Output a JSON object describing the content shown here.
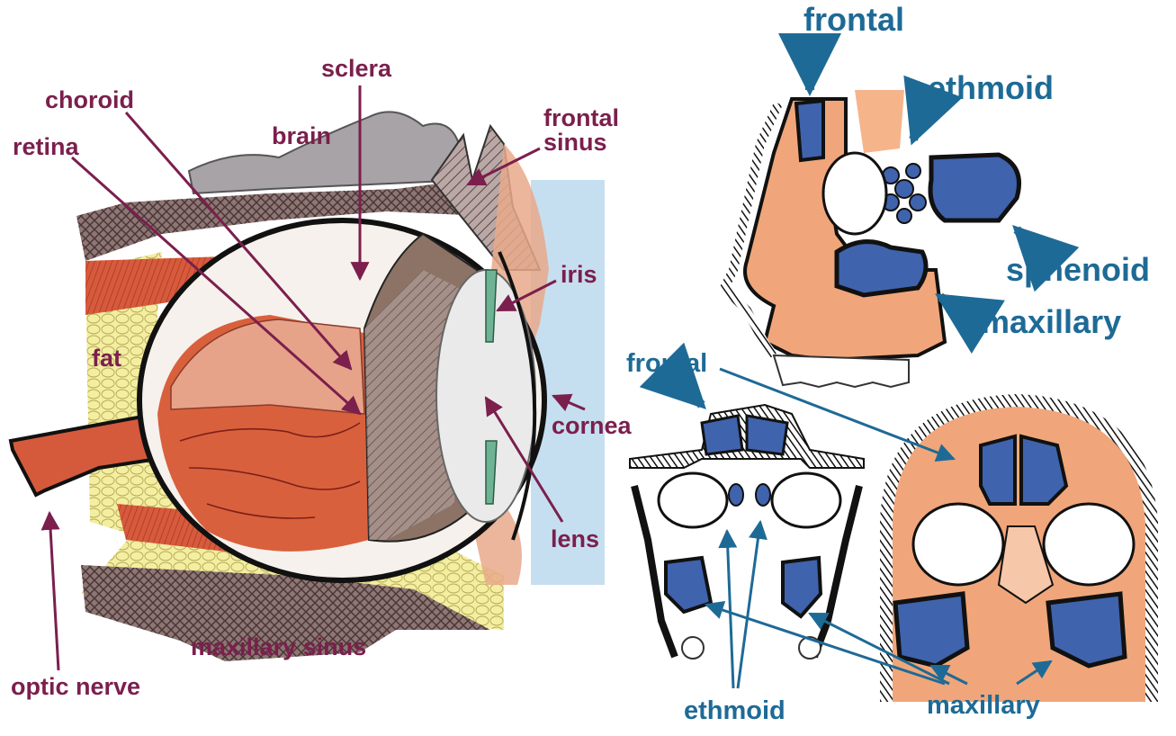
{
  "colors": {
    "eye_label": "#7b1f4d",
    "sinus_label": "#1e6a96",
    "sinus_fill": "#3f63ad",
    "skin": "#f0a67a",
    "eye_red": "#d9603c",
    "fat": "#f4eea0",
    "sky": "#c6dff0"
  },
  "eye_labels": {
    "sclera": "sclera",
    "choroid": "choroid",
    "retina": "retina",
    "brain": "brain",
    "frontal_sinus": "frontal\nsinus",
    "iris": "iris",
    "fat": "fat",
    "cornea": "cornea",
    "lens": "lens",
    "maxillary_sinus": "maxillary sinus",
    "optic_nerve": "optic nerve"
  },
  "sinus_labels": {
    "top_frontal": "frontal",
    "top_ethmoid": "ethmoid",
    "top_sphenoid": "sphenoid",
    "top_maxillary": "maxillary",
    "bottom_frontal": "frontal",
    "bottom_ethmoid": "ethmoid",
    "bottom_maxillary": "maxillary"
  }
}
